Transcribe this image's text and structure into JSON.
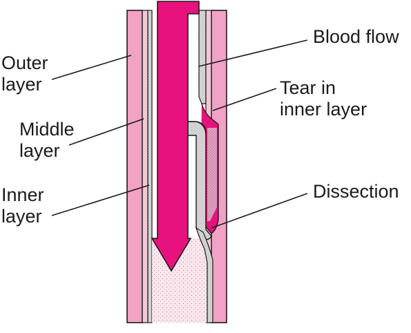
{
  "labels": {
    "outer_line1": "Outer",
    "outer_line2": "layer",
    "middle_line1": "Middle",
    "middle_line2": "layer",
    "inner_line1": "Inner",
    "inner_line2": "layer",
    "blood_flow": "Blood flow",
    "tear_line1": "Tear in",
    "tear_line2": "inner layer",
    "dissection": "Dissection"
  },
  "colors": {
    "outer_layer": "#f2a2c4",
    "middle_layer": "#f4c6d6",
    "inner_layer": "#c9c9c9",
    "blood": "#e8127e",
    "lumen_light": "#fbe6ee",
    "outline": "#1a1a1a"
  }
}
